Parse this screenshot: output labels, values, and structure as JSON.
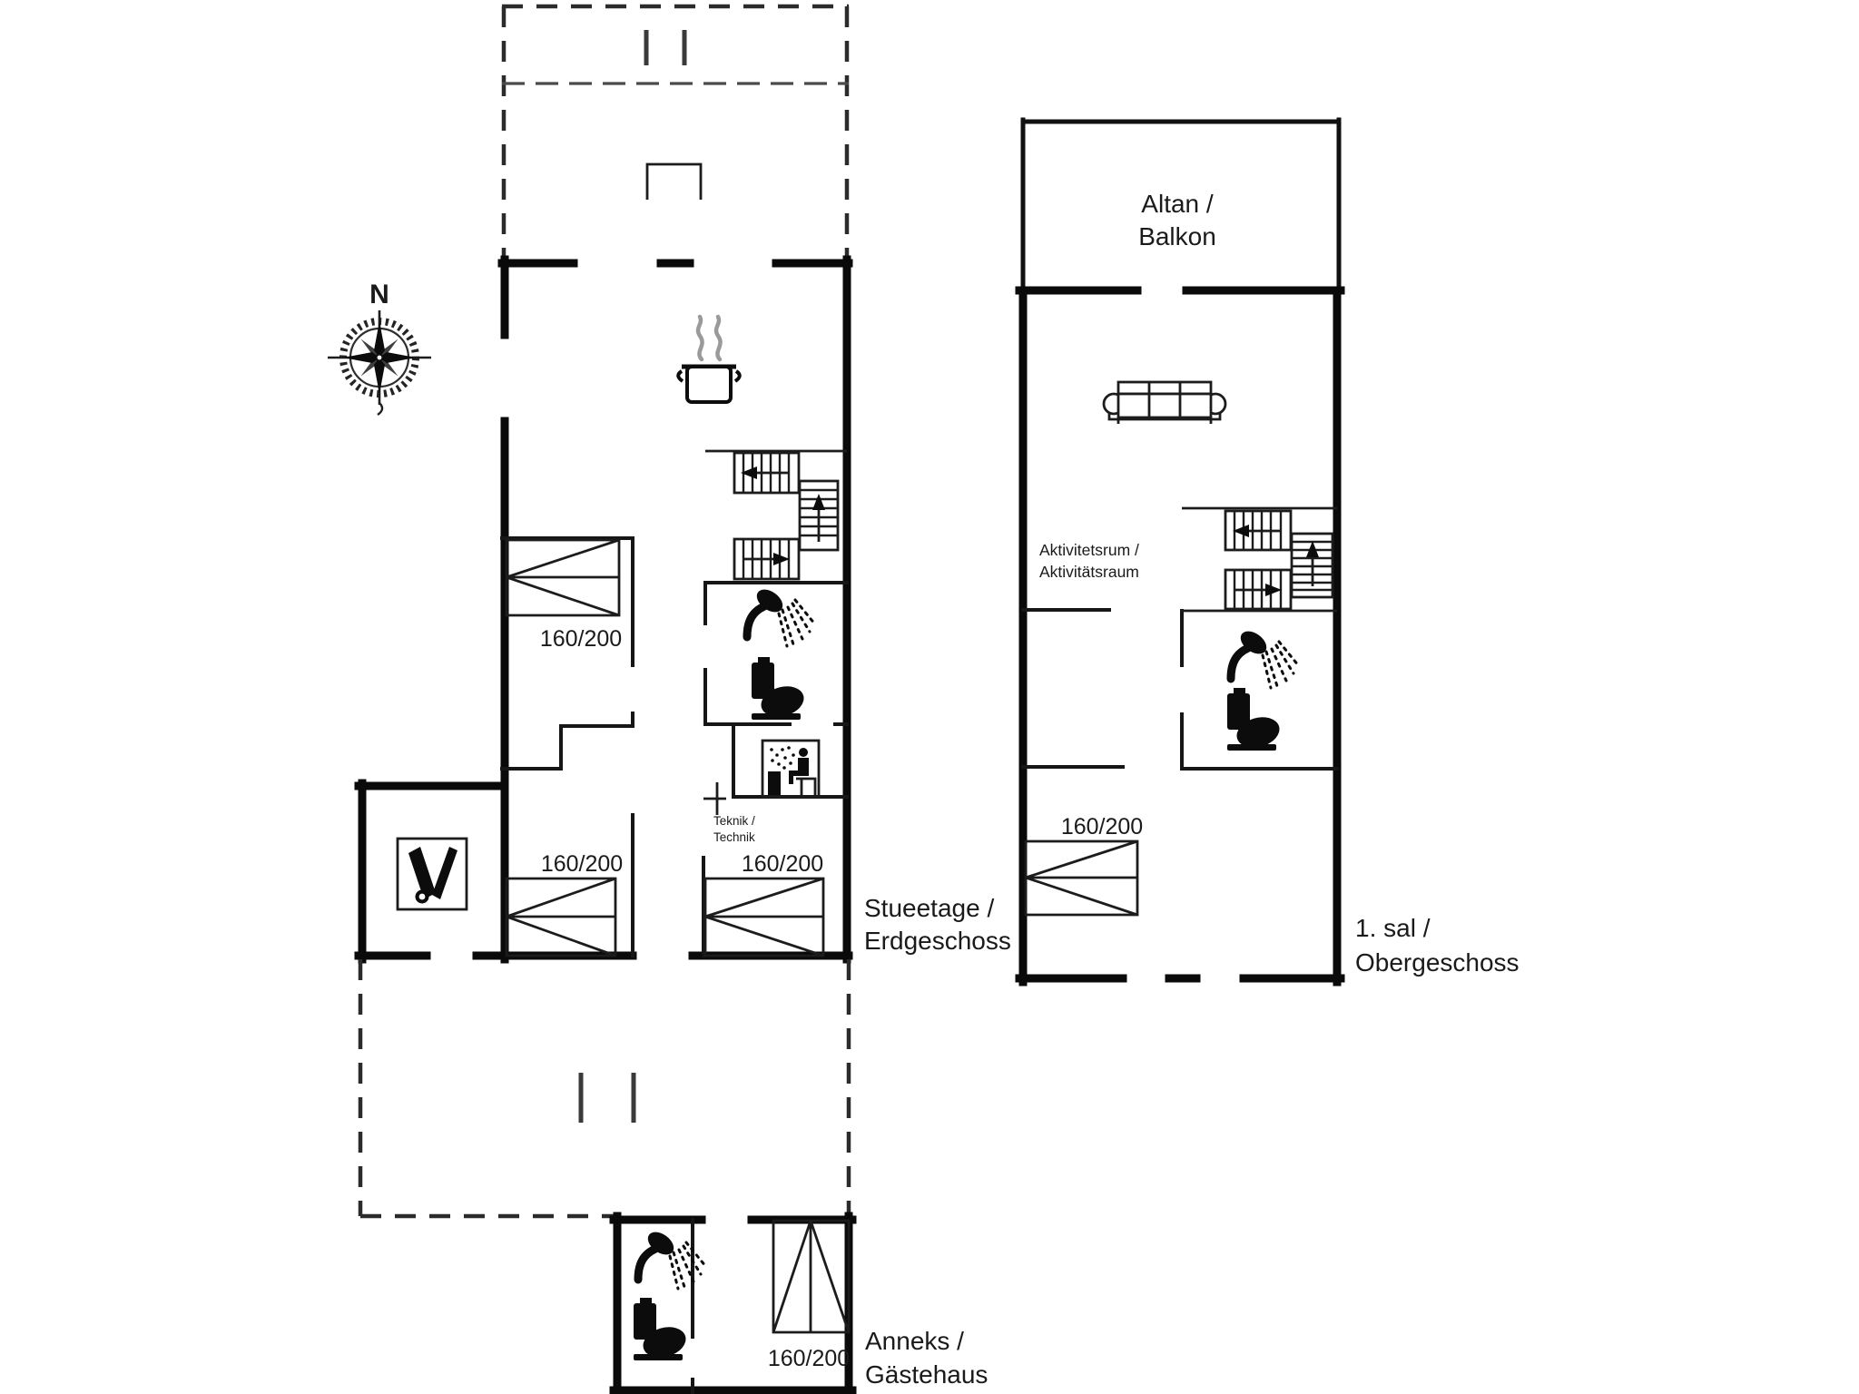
{
  "compass": {
    "north_label": "N"
  },
  "ground_floor": {
    "floor_label": {
      "line1": "Stueetage /",
      "line2": "Erdgeschoss"
    },
    "teknik_label": {
      "line1": "Teknik /",
      "line2": "Technik"
    },
    "bed1_size": "160/200",
    "bed2_size": "160/200",
    "bed3_size": "160/200"
  },
  "upper_floor": {
    "floor_label": {
      "line1": "1. sal /",
      "line2": "Obergeschoss"
    },
    "balcony_label": {
      "line1": "Altan /",
      "line2": "Balkon"
    },
    "activity_room_label": {
      "line1": "Aktivitetsrum /",
      "line2": "Aktivitätsraum"
    },
    "bed_size": "160/200"
  },
  "annex": {
    "label": {
      "line1": "Anneks /",
      "line2": "Gästehaus"
    },
    "bed_size": "160/200"
  },
  "icons": {
    "compass": "compass-rose-icon",
    "stove": "cooking-pot-icon",
    "shower": "shower-icon",
    "toilet": "toilet-icon",
    "sauna": "sauna-icon",
    "utility": "cleaning-equipment-icon",
    "sofa": "sofa-icon",
    "stairs": "staircase-icon"
  },
  "colors": {
    "wall": "#0a0a0a",
    "text": "#1a1a1a",
    "dashed": "#2b2b2b",
    "steam": "#9a9a9a"
  }
}
